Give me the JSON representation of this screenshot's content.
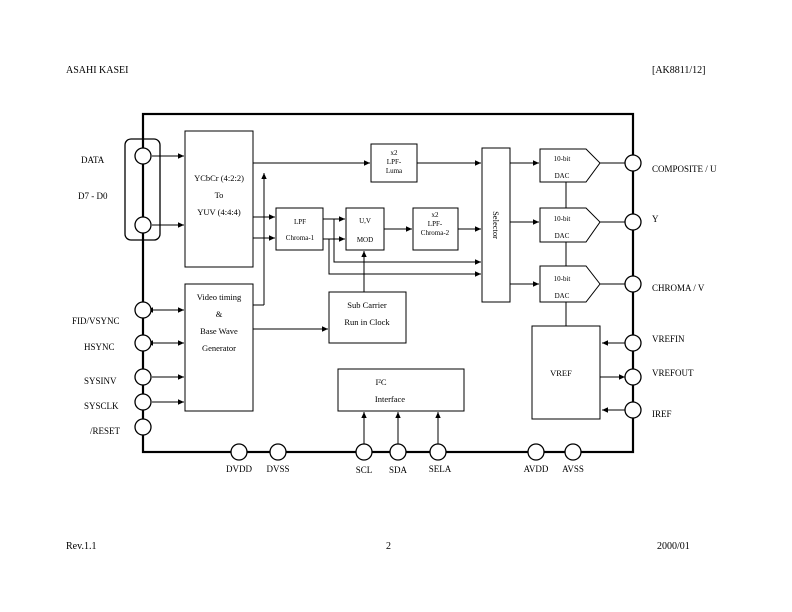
{
  "header": {
    "company": "ASAHI KASEI",
    "part": "[AK8811/12]"
  },
  "footer": {
    "revision": "Rev.1.1",
    "page": "2",
    "date": "2000/01"
  },
  "pins_left": {
    "data": "DATA",
    "data_bus": "D7 - D0",
    "fid_vsync": "FID/VSYNC",
    "hsync": "HSYNC",
    "sysinv": "SYSINV",
    "sysclk": "SYSCLK",
    "reset": "/RESET"
  },
  "pins_right": {
    "composite": "COMPOSITE / U",
    "y": "Y",
    "chroma": "CHROMA / V",
    "vrefin": "VREFIN",
    "vrefout": "VREFOUT",
    "iref": "IREF"
  },
  "pins_bottom": {
    "dvdd": "DVDD",
    "dvss": "DVSS",
    "scl": "SCL",
    "sda": "SDA",
    "sela": "SELA",
    "avdd": "AVDD",
    "avss": "AVSS"
  },
  "blocks": {
    "converter": {
      "line1": "YCbCr (4:2:2)",
      "line2": "To",
      "line3": "YUV (4:4:4)"
    },
    "lpf_luma": {
      "line1": "x2",
      "line2": "LPF-",
      "line3": "Luma"
    },
    "lpf_chroma1": {
      "line1": "LPF",
      "line2": "Chroma-1"
    },
    "mod": {
      "line1": "U,V",
      "line2": "MOD"
    },
    "lpf_chroma2": {
      "line1": "x2",
      "line2": "LPF-",
      "line3": "Chroma-2"
    },
    "selector": "Selector",
    "dac": {
      "line1": "10-bit",
      "line2": "DAC"
    },
    "video_timing": {
      "line1": "Video timing",
      "line2": "&",
      "line3": "Base Wave",
      "line4": "Generator"
    },
    "subcarrier": {
      "line1": "Sub Carrier",
      "line2": "Run in Clock"
    },
    "i2c": {
      "line1": "I²C",
      "line2": "Interface"
    },
    "vref": "VREF"
  }
}
